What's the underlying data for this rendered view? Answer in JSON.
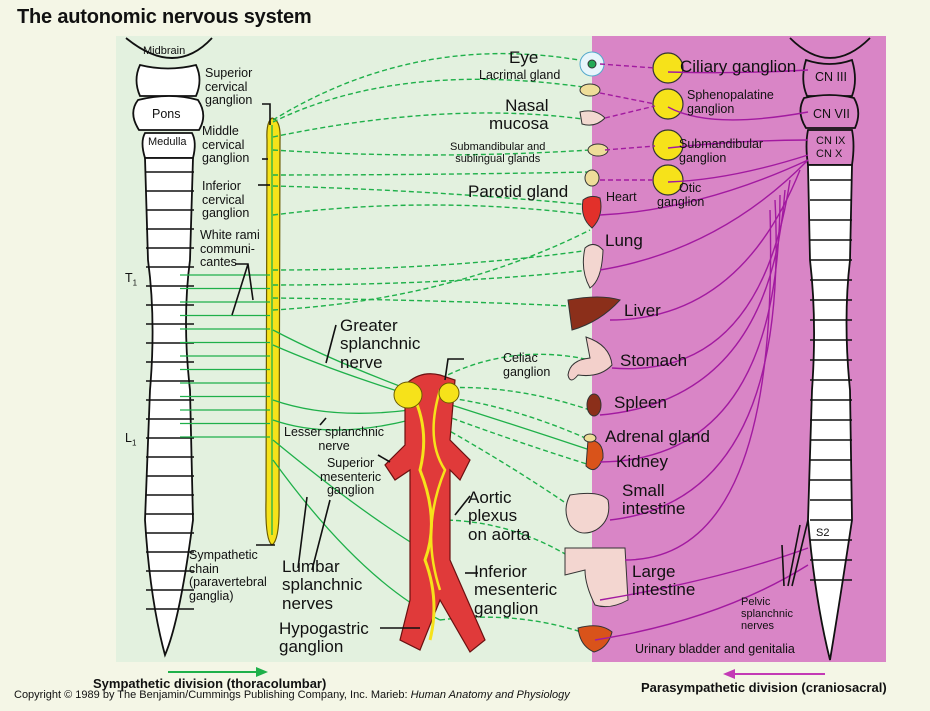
{
  "title": "The autonomic nervous system",
  "colors": {
    "sympathetic_panel": "#e3f1df",
    "parasympathetic_panel": "#d985c6",
    "sympathetic_fiber": "#1fb04a",
    "parasympathetic_fiber": "#a21aa0",
    "ganglion_yellow": "#f6e21a",
    "aorta_red": "#e03a3a"
  },
  "brainstem_labels": {
    "midbrain": "Midbrain",
    "pons": "Pons",
    "medulla": "Medulla"
  },
  "spinal_markers": {
    "t1": "T",
    "t1_sub": "1",
    "l1": "L",
    "l1_sub": "1",
    "s2": "S2"
  },
  "sympathetic_labels": {
    "superior_cervical": [
      "Superior",
      "cervical",
      "ganglion"
    ],
    "middle_cervical": [
      "Middle",
      "cervical",
      "ganglion"
    ],
    "inferior_cervical": [
      "Inferior",
      "cervical",
      "ganglion"
    ],
    "white_rami": [
      "White rami",
      "communi-",
      "cantes"
    ],
    "greater_splanchnic": [
      "Greater",
      "splanchnic",
      "nerve"
    ],
    "celiac": [
      "Celiac",
      "ganglion"
    ],
    "lesser_splanchnic": [
      "Lesser splanchnic",
      "nerve"
    ],
    "superior_mesenteric": [
      "Superior",
      "mesenteric",
      "ganglion"
    ],
    "aortic_plexus": [
      "Aortic",
      "plexus",
      "on aorta"
    ],
    "sympathetic_chain": [
      "Sympathetic",
      "chain",
      "(paravertebral",
      "ganglia)"
    ],
    "lumbar_splanchnic": [
      "Lumbar",
      "splanchnic",
      "nerves"
    ],
    "inferior_mesenteric": [
      "Inferior",
      "mesenteric",
      "ganglion"
    ],
    "hypogastric": [
      "Hypogastric",
      "ganglion"
    ]
  },
  "organs": {
    "eye": "Eye",
    "lacrimal": "Lacrimal gland",
    "nasal": [
      "Nasal",
      "mucosa"
    ],
    "submandibular": [
      "Submandibular and",
      "sublingual glands"
    ],
    "parotid": "Parotid gland",
    "heart": "Heart",
    "lung": "Lung",
    "liver": "Liver",
    "stomach": "Stomach",
    "spleen": "Spleen",
    "adrenal": "Adrenal gland",
    "kidney": "Kidney",
    "small_intestine": [
      "Small",
      "intestine"
    ],
    "large_intestine": [
      "Large",
      "intestine"
    ],
    "bladder": "Urinary bladder and genitalia"
  },
  "parasympathetic_labels": {
    "ciliary": "Ciliary ganglion",
    "sphenopalatine": [
      "Sphenopalatine",
      "ganglion"
    ],
    "submandibular_ganglion": [
      "Submandibular",
      "ganglion"
    ],
    "otic": [
      "Otic",
      "ganglion"
    ],
    "cn3": "CN III",
    "cn7": "CN VII",
    "cn9": "CN IX",
    "cn10": "CN X",
    "pelvic_splanchnic": [
      "Pelvic",
      "splanchnic",
      "nerves"
    ]
  },
  "legend": {
    "sympathetic": "Sympathetic division (thoracolumbar)",
    "parasympathetic": "Parasympathetic division (craniosacral)"
  },
  "copyright": {
    "text": "Copyright © 1989 by The Benjamin/Cummings Publishing Company, Inc. Marieb: ",
    "book": "Human Anatomy and Physiology"
  }
}
